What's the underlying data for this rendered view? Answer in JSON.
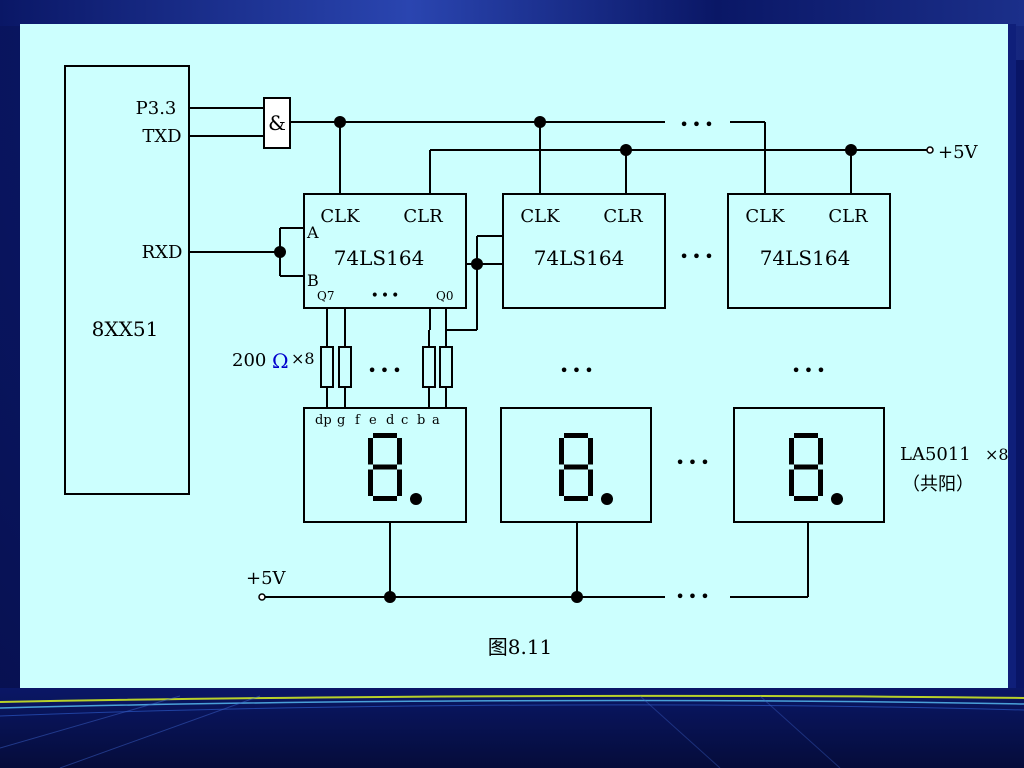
{
  "colors": {
    "panel": "#ccfffe",
    "ink": "#000000",
    "frame": "#0a1766",
    "omega": "#0000cc"
  },
  "mcu": {
    "name": "8XX51",
    "pins": {
      "p33": "P3.3",
      "txd": "TXD",
      "rxd": "RXD"
    }
  },
  "gate": {
    "symbol": "&"
  },
  "power": {
    "top": "+5V",
    "bottom": "+5V"
  },
  "shift_registers": [
    {
      "name": "74LS164",
      "clk": "CLK",
      "clr": "CLR",
      "a": "A",
      "b": "B",
      "q7": "Q7",
      "q0": "Q0"
    },
    {
      "name": "74LS164",
      "clk": "CLK",
      "clr": "CLR"
    },
    {
      "name": "74LS164",
      "clk": "CLK",
      "clr": "CLR"
    }
  ],
  "resistor": {
    "value": "200",
    "omega": "Ω",
    "count": "×8"
  },
  "segments": {
    "labels": [
      "dp",
      "g",
      "f",
      "e",
      "d",
      "c",
      "b",
      "a"
    ]
  },
  "display": {
    "model": "LA5011",
    "count": "×8",
    "type": "（共阳）"
  },
  "ellipsis": "•••",
  "caption": "图8.11"
}
